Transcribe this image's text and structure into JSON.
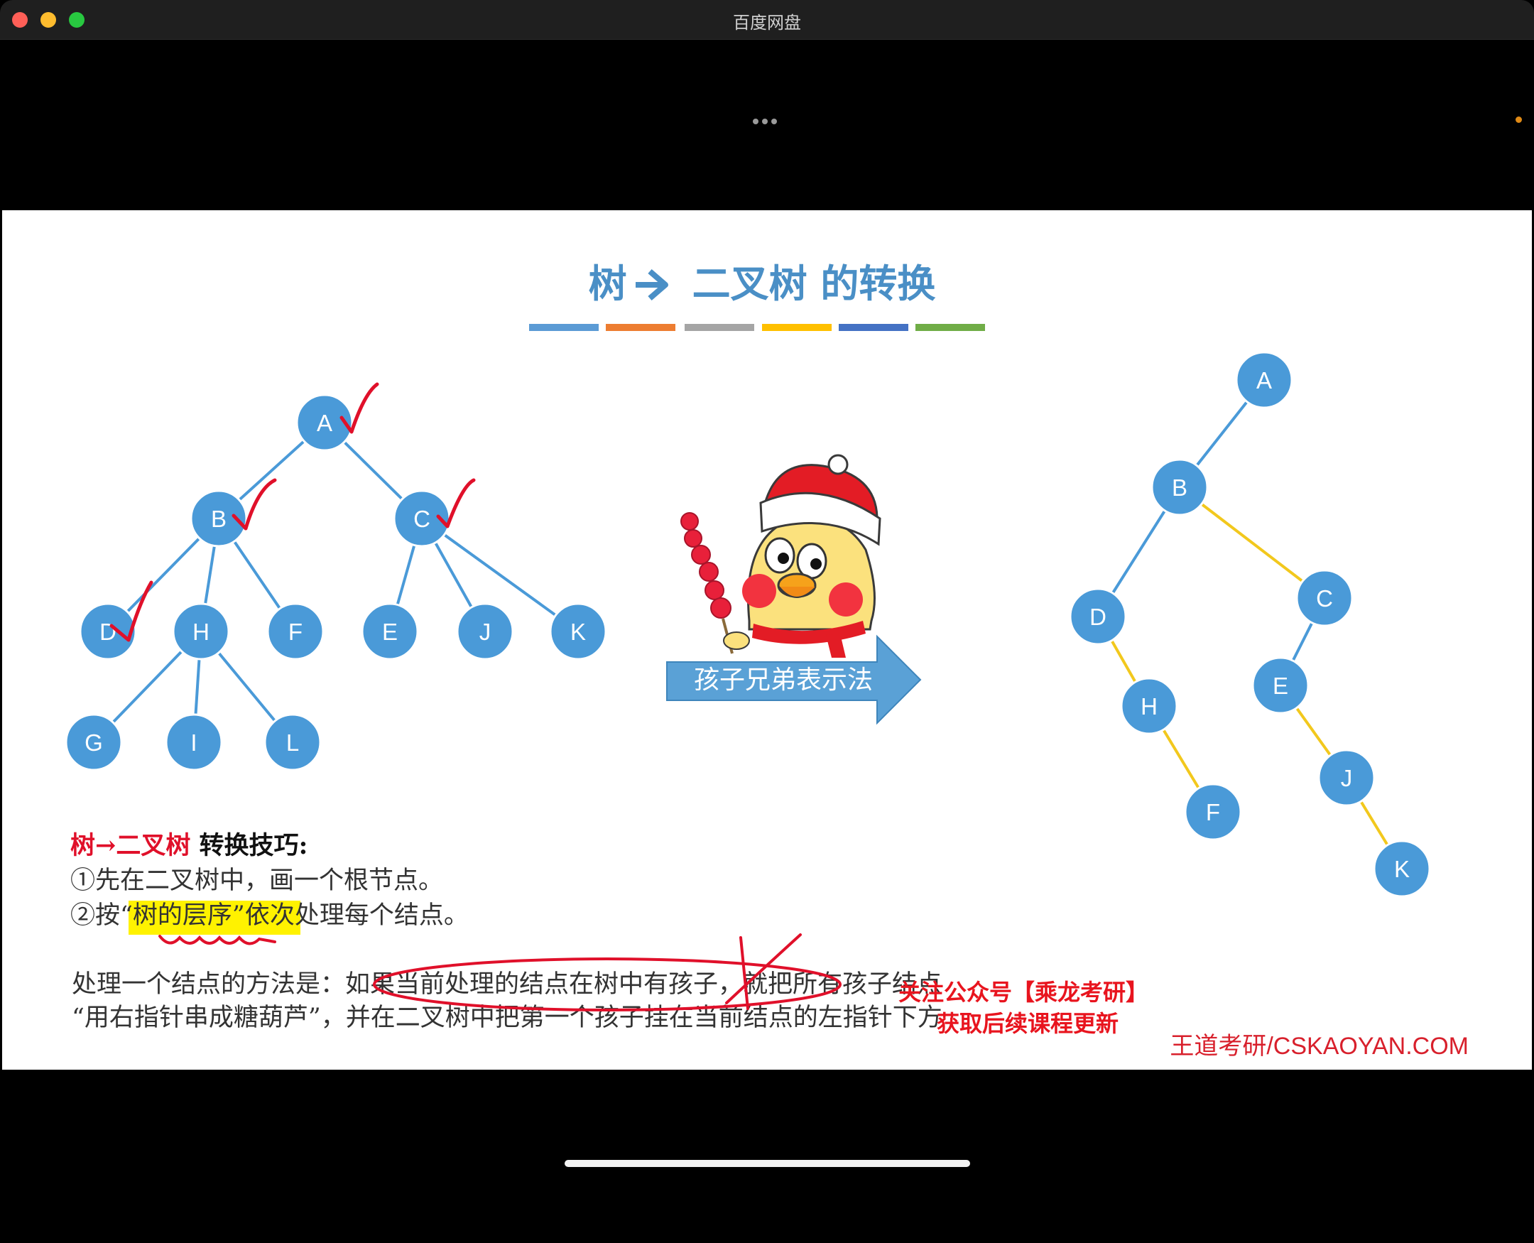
{
  "window": {
    "title": "百度网盘"
  },
  "slide": {
    "title_tree": "树",
    "title_rest": "二叉树 的转换",
    "color_bar": [
      "#5b9bd5",
      "#ed7d31",
      "#a5a5a5",
      "#ffc000",
      "#4472c4",
      "#70ad47"
    ],
    "arrow_label": "孩子兄弟表示法",
    "left_tree_nodes": [
      "A",
      "B",
      "C",
      "D",
      "H",
      "F",
      "E",
      "J",
      "K",
      "G",
      "I",
      "L"
    ],
    "right_tree_nodes": [
      "A",
      "B",
      "D",
      "C",
      "H",
      "E",
      "F",
      "J",
      "K"
    ],
    "tips_heading_red": "树→二叉树",
    "tips_heading_black": " 转换技巧:",
    "step1": "①先在二叉树中，画一个根节点。",
    "step2_prefix": "②按",
    "step2_highlight": "“树的层序”",
    "step2_suffix": "依次处理每个结点。",
    "method_line1": "处理一个结点的方法是：如果当前处理的结点在树中有孩子，就把所有孩子结点",
    "method_line2": "“用右指针串成糖葫芦”，并在二叉树中把第一个孩子挂在当前结点的左指针下方",
    "watermark_line1": "关注公众号【乘龙考研】",
    "watermark_line2": "获取后续课程更新",
    "site": "王道考研/CSKAOYAN.COM"
  },
  "colors": {
    "node_blue": "#4a9ad8",
    "title_blue": "#4a8fc6",
    "red": "#e0102a",
    "yellow_edge": "#f2c81d",
    "highlight": "#fff200"
  }
}
